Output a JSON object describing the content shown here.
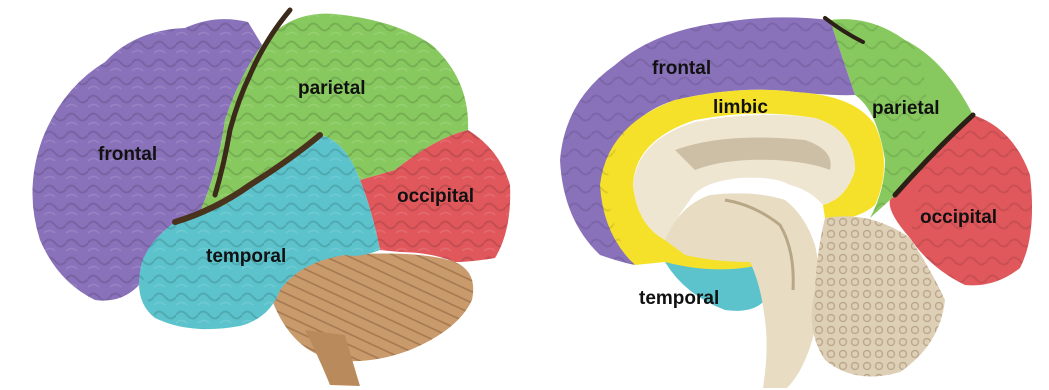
{
  "images": [
    {
      "view": "lateral",
      "labels": {
        "frontal": "frontal",
        "parietal": "parietal",
        "temporal": "temporal",
        "occipital": "occipital"
      }
    },
    {
      "view": "medial",
      "labels": {
        "frontal": "frontal",
        "limbic": "limbic",
        "parietal": "parietal",
        "temporal": "temporal",
        "occipital": "occipital"
      }
    }
  ],
  "colors": {
    "frontal": "#8a72bb",
    "parietal": "#88c95f",
    "temporal": "#5cc3cc",
    "occipital": "#e0585c",
    "limbic": "#f5e12a",
    "cerebellum": "#c99a6b",
    "brainstem": "#e8dcc2",
    "background": "#ffffff"
  }
}
